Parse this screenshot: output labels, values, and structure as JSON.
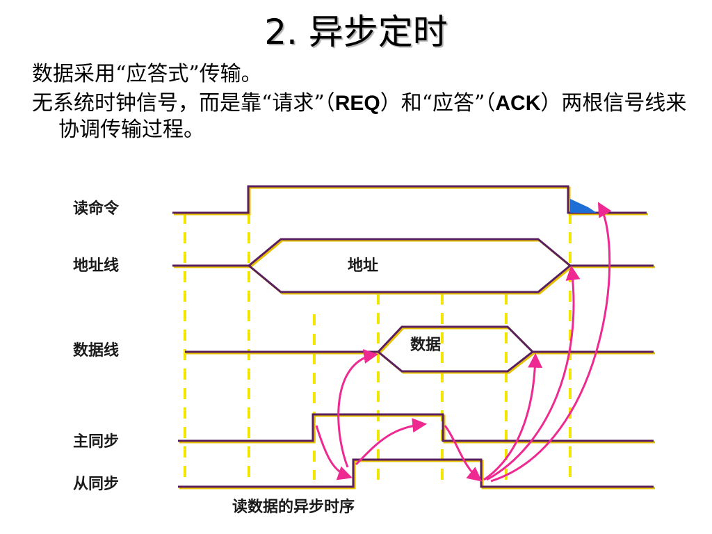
{
  "title": "2. 异步定时",
  "bullets": [
    {
      "parts": [
        {
          "text": "数据采用“应答式”传输。",
          "bold": false
        }
      ]
    },
    {
      "parts": [
        {
          "text": "无系统时钟信号，而是靠“请求”（",
          "bold": false
        },
        {
          "text": "REQ",
          "bold": true
        },
        {
          "text": "）和“应答”（",
          "bold": false
        },
        {
          "text": "ACK",
          "bold": true
        },
        {
          "text": "）两根信号线来协调传输过程。",
          "bold": false
        }
      ]
    }
  ],
  "diagram": {
    "signals": [
      {
        "id": "read",
        "label": "读命令"
      },
      {
        "id": "addr",
        "label": "地址线"
      },
      {
        "id": "data",
        "label": "数据线"
      },
      {
        "id": "master",
        "label": "主同步"
      },
      {
        "id": "slave",
        "label": "从同步"
      }
    ],
    "box_labels": {
      "address": "地址",
      "data": "数据"
    },
    "caption": "读数据的异步时序",
    "colors": {
      "line": "#5a1f5f",
      "edge_shadow": "#e6c000",
      "guide": "#f2e600",
      "arrow": "#ee2a92",
      "fill": "#1d6fd6"
    }
  }
}
